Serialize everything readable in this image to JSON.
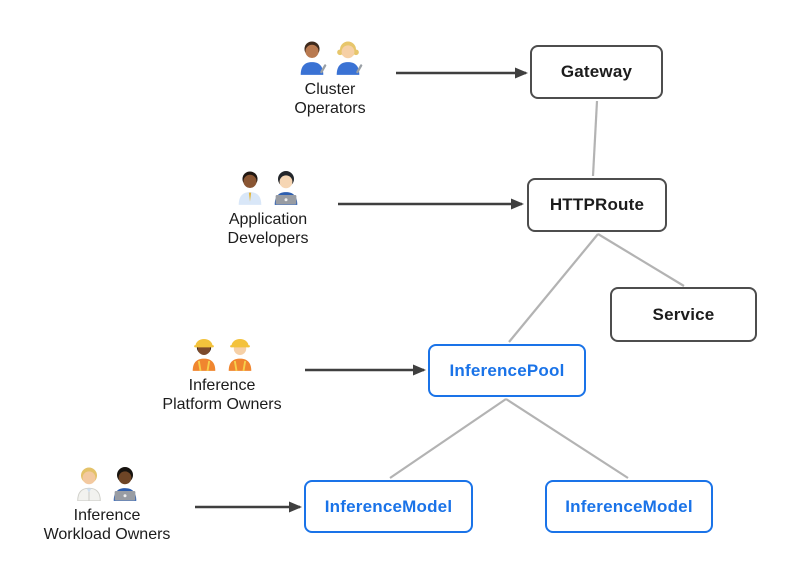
{
  "diagram": {
    "personas": [
      {
        "id": "cluster-operators",
        "label_line1": "Cluster",
        "label_line2": "Operators",
        "icons": [
          "man-mechanic",
          "woman-mechanic"
        ]
      },
      {
        "id": "application-developers",
        "label_line1": "Application",
        "label_line2": "Developers",
        "icons": [
          "man-office-worker",
          "woman-technologist"
        ]
      },
      {
        "id": "inference-platform-owners",
        "label_line1": "Inference",
        "label_line2": "Platform Owners",
        "icons": [
          "woman-construction-worker",
          "man-construction-worker"
        ]
      },
      {
        "id": "inference-workload-owners",
        "label_line1": "Inference",
        "label_line2": "Workload Owners",
        "icons": [
          "woman-scientist",
          "man-technologist"
        ]
      }
    ],
    "nodes": [
      {
        "id": "gateway",
        "label": "Gateway",
        "variant": "gray"
      },
      {
        "id": "httproute",
        "label": "HTTPRoute",
        "variant": "gray"
      },
      {
        "id": "service",
        "label": "Service",
        "variant": "gray"
      },
      {
        "id": "inference-pool",
        "label": "InferencePool",
        "variant": "blue"
      },
      {
        "id": "inference-model-left",
        "label": "InferenceModel",
        "variant": "blue"
      },
      {
        "id": "inference-model-right",
        "label": "InferenceModel",
        "variant": "blue"
      }
    ],
    "edges": [
      {
        "from": "cluster-operators",
        "to": "gateway",
        "type": "arrow"
      },
      {
        "from": "application-developers",
        "to": "httproute",
        "type": "arrow"
      },
      {
        "from": "inference-platform-owners",
        "to": "inference-pool",
        "type": "arrow"
      },
      {
        "from": "inference-workload-owners",
        "to": "inference-model-left",
        "type": "arrow"
      },
      {
        "from": "gateway",
        "to": "httproute",
        "type": "line"
      },
      {
        "from": "httproute",
        "to": "service",
        "type": "line"
      },
      {
        "from": "httproute",
        "to": "inference-pool",
        "type": "line"
      },
      {
        "from": "inference-pool",
        "to": "inference-model-left",
        "type": "line"
      },
      {
        "from": "inference-pool",
        "to": "inference-model-right",
        "type": "line"
      }
    ],
    "colors": {
      "accent_blue": "#1a73e8",
      "node_border_dark": "#4d4d4d",
      "node_text_dark": "#1c1c1c",
      "connector_gray": "#b3b3b3",
      "arrow_dark": "#3f3f3f",
      "background": "#ffffff"
    }
  }
}
